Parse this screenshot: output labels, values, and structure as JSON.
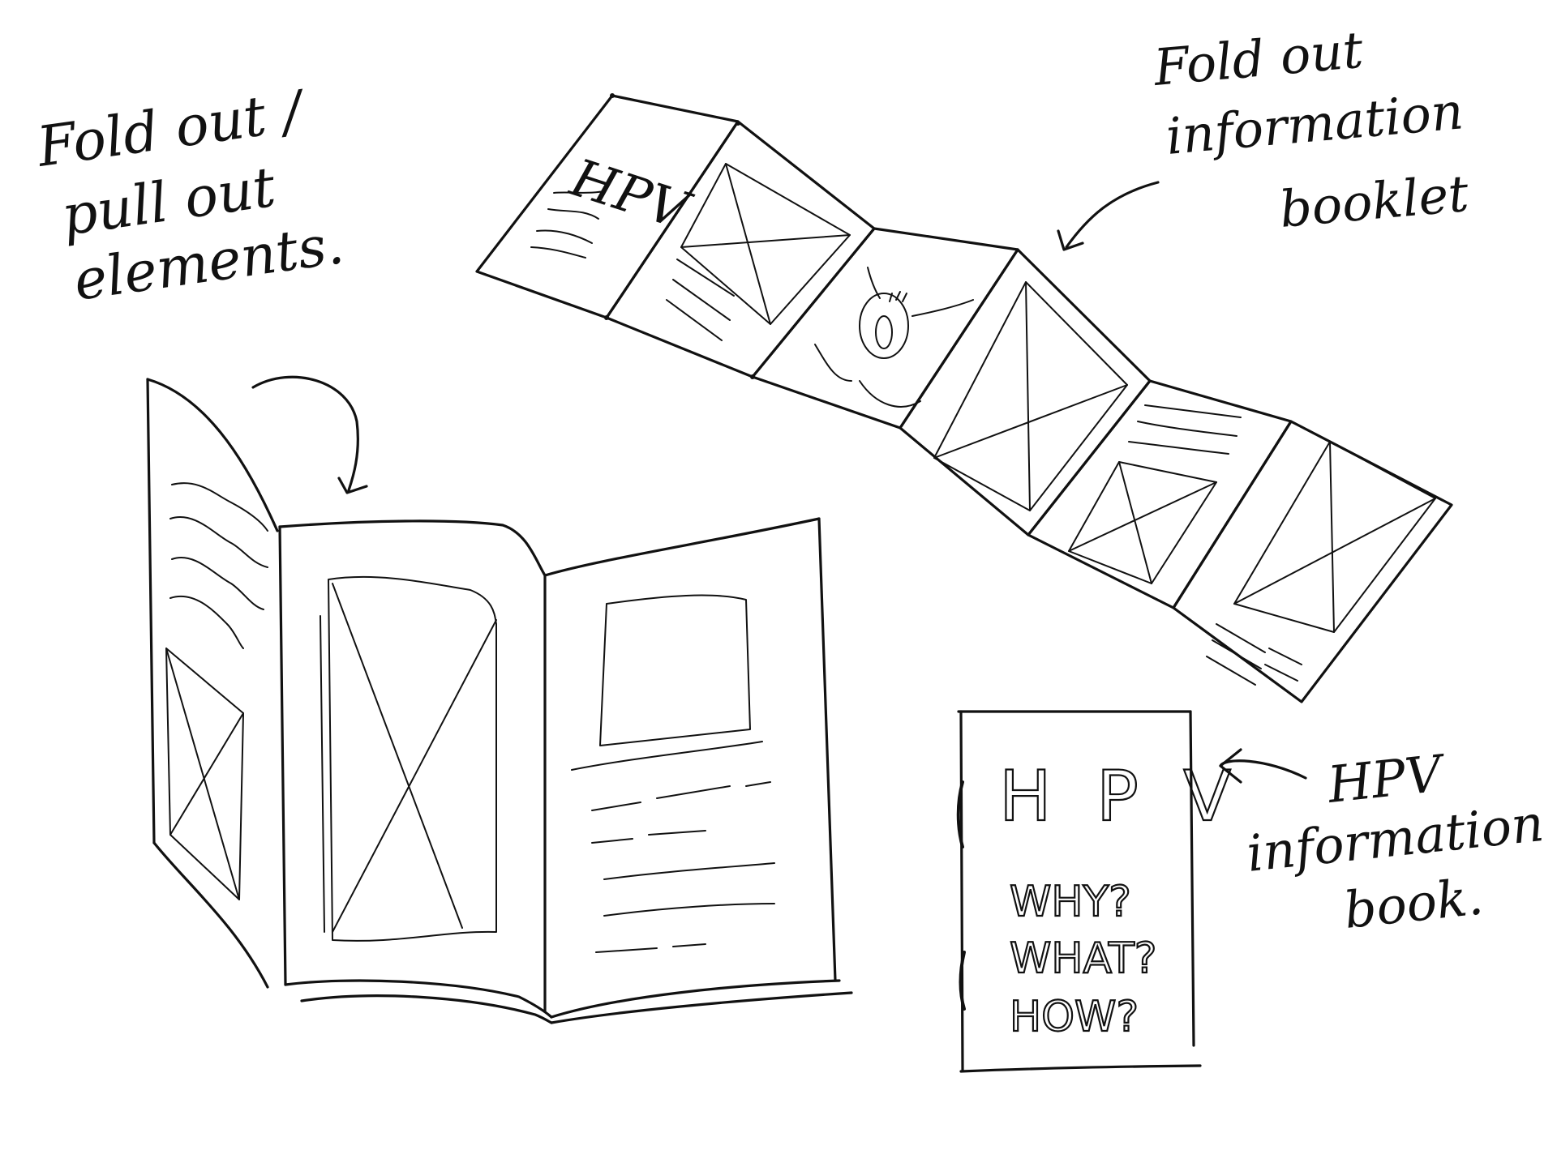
{
  "annotations": {
    "fold_out": [
      "Fold out /",
      "pull out",
      "elements."
    ],
    "foldout_booklet": [
      "Fold out",
      "information",
      "booklet"
    ],
    "info_book": [
      "HPV",
      "information",
      "book."
    ]
  },
  "booklet_cover": {
    "title": "HPV"
  },
  "info_book_cover": {
    "title": "H P V",
    "questions": [
      "WHY?",
      "WHAT?",
      "HOW?"
    ]
  },
  "colors": {
    "ink": "#111111",
    "paper": "#ffffff"
  }
}
